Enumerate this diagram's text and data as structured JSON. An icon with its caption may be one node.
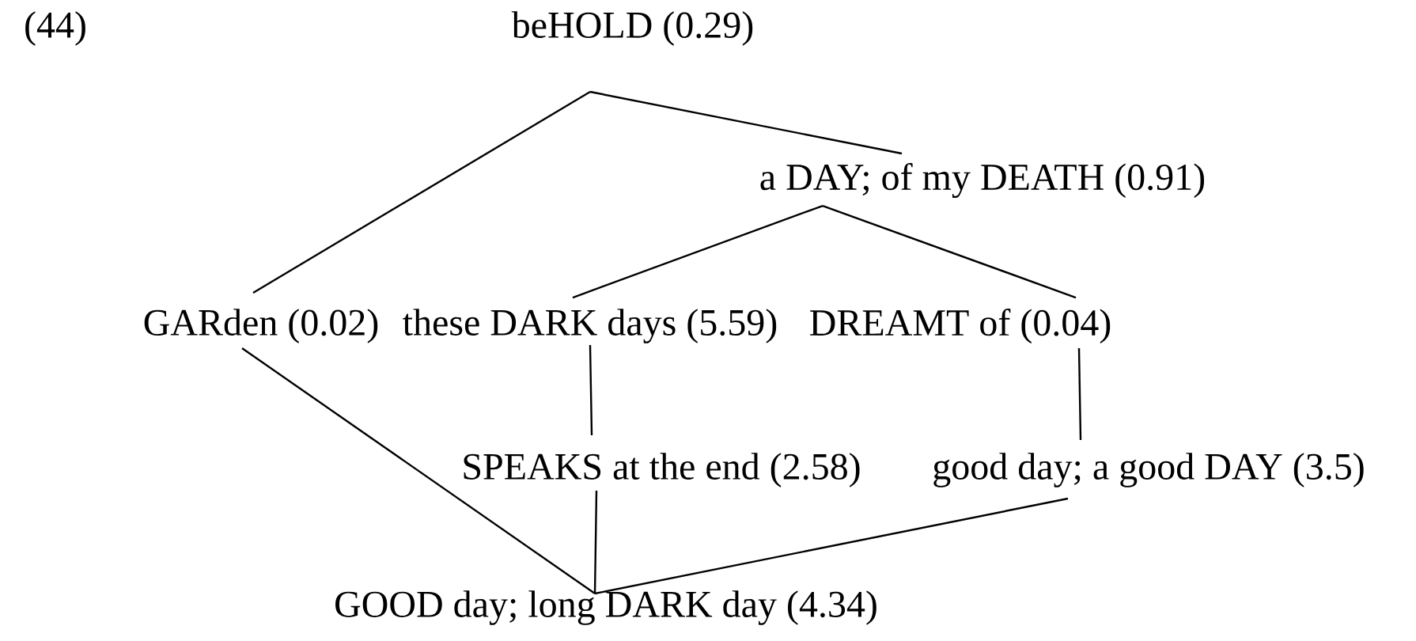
{
  "diagram": {
    "nodes": [
      {
        "text": [
          "beHOLD (0.29)"
        ]
      },
      {
        "text": [
          "a DAY; of my DEATH (0.91)"
        ]
      },
      {
        "text": [
          "GARden (0.02)"
        ]
      },
      {
        "text": [
          "these DARK days (5.59)"
        ]
      },
      {
        "text": [
          "DREAMT of (0.04)"
        ]
      },
      {
        "text": [
          "SPEAKS at the end (2.58)"
        ]
      },
      {
        "text": [
          "good day; a good DAY (3.5)"
        ]
      },
      {
        "text": [
          "GOOD day; long DARK day (4.34)"
        ]
      }
    ],
    "edges": [
      {
        "from": 0,
        "to": 2,
        "arrow": "none"
      },
      {
        "from": 0,
        "to": 1,
        "arrow": "none"
      },
      {
        "from": 1,
        "to": 3,
        "arrow": "none"
      },
      {
        "from": 1,
        "to": 4,
        "arrow": "none"
      },
      {
        "from": 3,
        "to": 5,
        "arrow": "none"
      },
      {
        "from": 4,
        "to": 6,
        "arrow": "none"
      },
      {
        "from": 2,
        "to": 7,
        "arrow": "none"
      },
      {
        "from": 5,
        "to": 7,
        "arrow": "none"
      },
      {
        "from": 6,
        "to": 7,
        "arrow": "none"
      }
    ],
    "labels": [
      "(44)"
    ]
  }
}
